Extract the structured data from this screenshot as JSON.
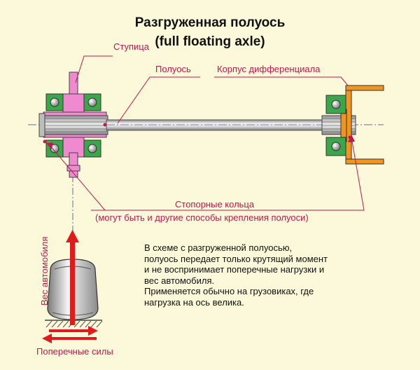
{
  "title": {
    "line1": "Разгруженная полуось",
    "line2": "(full floating axle)"
  },
  "labels": {
    "hub": "Ступица",
    "half_shaft": "Полуось",
    "diff_housing": "Корпус дифференциала",
    "retaining_rings": "Стопорные кольца",
    "retaining_rings_note": "(могут быть и другие способы крепления полуоси)",
    "vehicle_weight": "Вес автомобиля",
    "lateral_forces": "Поперечные силы"
  },
  "description": [
    "В схеме с разгруженной полуосью,",
    "полуось передает только крутящий момент",
    "и не воспринимает поперечные нагрузки и",
    "вес автомобиля.",
    "Применяется обычно на грузовиках, где",
    "нагрузка на ось велика."
  ],
  "colors": {
    "background": "#fbf9d9",
    "hub": "#f08ad0",
    "bearing": "#3aa84a",
    "housing": "#f0961e",
    "label": "#c0174f",
    "arrow": "#e01b1b"
  }
}
